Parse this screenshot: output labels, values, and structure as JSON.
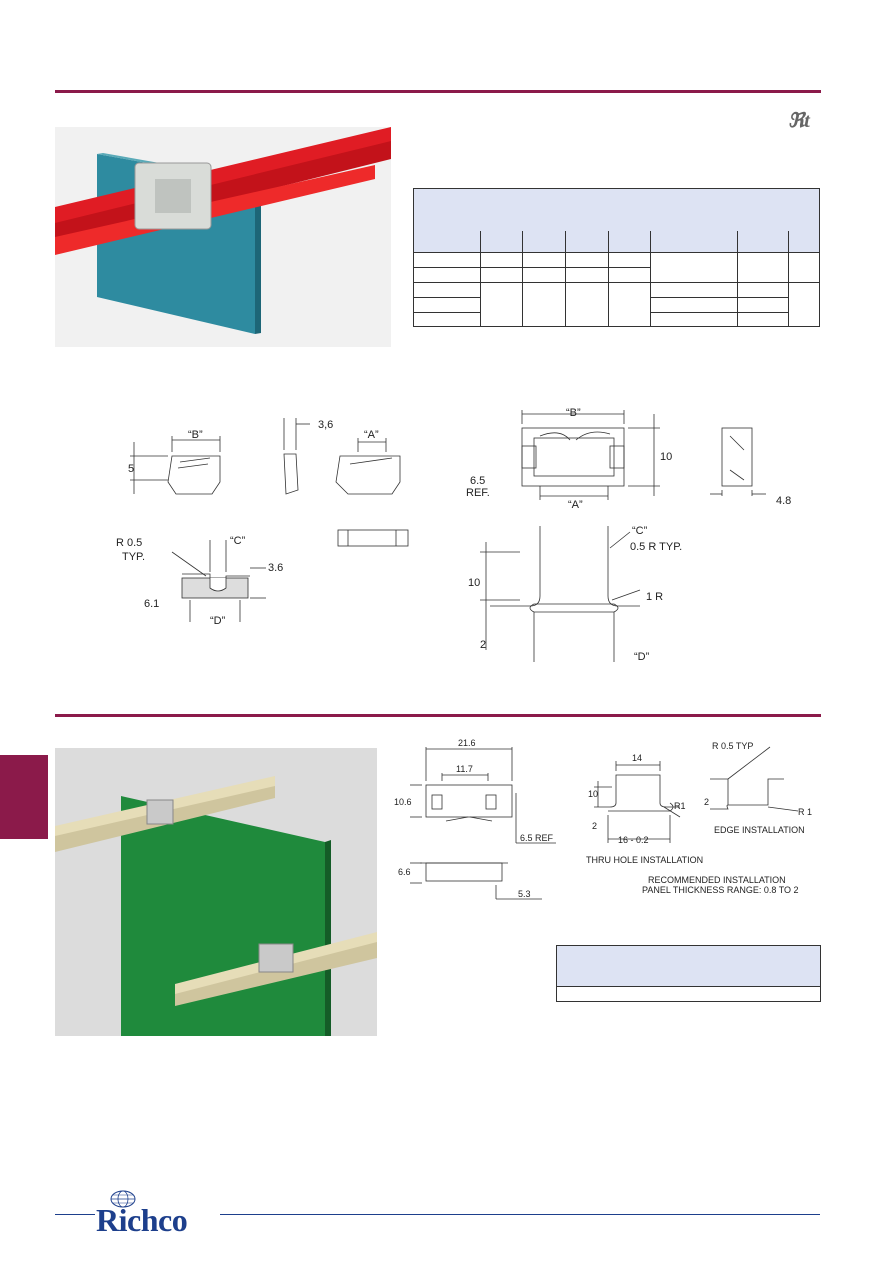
{
  "brand": {
    "logo_text": "Richco"
  },
  "certification": {
    "mark": "ℜt"
  },
  "colors": {
    "accent": "#8b1a4a",
    "table_band": "#dde3f3",
    "brand_blue": "#1d3f8c"
  },
  "section1": {
    "side_view": {
      "dim_B": "“B”",
      "dim_height": "5",
      "dim_thick": "3,6",
      "dim_A": "“A”"
    },
    "hole_view": {
      "radius": "R 0.5",
      "typ": "TYP.",
      "dim_C": "“C”",
      "dim_36": "3.6",
      "dim_61": "6.1",
      "dim_D": "“D”"
    },
    "top_view": {
      "dim_B": "“B”",
      "dim_10": "10",
      "ref_val": "6.5",
      "ref_label": "REF.",
      "dim_A": "“A”"
    },
    "end_view": {
      "dim_48": "4.8"
    },
    "panel_view": {
      "dim_C": "“C”",
      "radius_typ": "0.5  R  TYP.",
      "dim_10": "10",
      "radius_1r": "1 R",
      "dim_2": "2",
      "dim_D": "“D”"
    }
  },
  "section2": {
    "part_view": {
      "dim_216": "21.6",
      "dim_117": "11.7",
      "dim_106": "10.6",
      "ref": "6.5  REF",
      "dim_66": "6.6",
      "dim_53": "5.3"
    },
    "thru_hole": {
      "dim_14": "14",
      "dim_10": "10",
      "r1": "R1",
      "dim_2": "2",
      "dim_16": "16 - 0.2",
      "caption": "THRU HOLE INSTALLATION"
    },
    "edge": {
      "radius_typ": "R 0.5 TYP",
      "dim_2": "2",
      "r1": "R 1",
      "caption": "EDGE INSTALLATION"
    },
    "recommended": {
      "line1": "RECOMMENDED INSTALLATION",
      "line2": "PANEL THICKNESS RANGE: 0.8 TO 2"
    }
  }
}
